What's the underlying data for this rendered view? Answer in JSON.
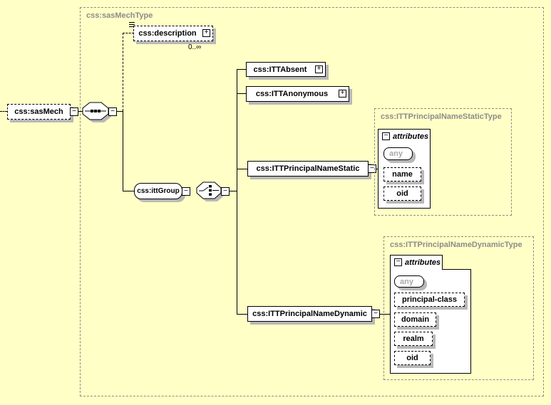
{
  "container": {
    "label": "css:sasMechType"
  },
  "root": {
    "label": "css:sasMech"
  },
  "description": {
    "label": "css:description",
    "occurrence": "0..∞"
  },
  "ittGroup": {
    "label": "css:ittGroup"
  },
  "choice": {
    "items": [
      {
        "label": "css:ITTAbsent"
      },
      {
        "label": "css:ITTAnonymous"
      },
      {
        "label": "css:ITTPrincipalNameStatic"
      },
      {
        "label": "css:ITTPrincipalNameDynamic"
      }
    ]
  },
  "staticType": {
    "label": "css:ITTPrincipalNameStaticType",
    "attributesLabel": "attributes",
    "attrs": [
      {
        "label": "any"
      },
      {
        "label": "name"
      },
      {
        "label": "oid"
      }
    ]
  },
  "dynamicType": {
    "label": "css:ITTPrincipalNameDynamicType",
    "attributesLabel": "attributes",
    "attrs": [
      {
        "label": "any"
      },
      {
        "label": "principal-class"
      },
      {
        "label": "domain"
      },
      {
        "label": "realm"
      },
      {
        "label": "oid"
      }
    ]
  },
  "glyphs": {
    "collapse": "−",
    "expand": "+"
  },
  "colors": {
    "background": "#FFFFC6",
    "shadow": "#B8B8B8",
    "frameBorder": "#8C8C8C",
    "frameLabel": "#8C8C8C",
    "wildcardText": "#A8A8A8"
  }
}
